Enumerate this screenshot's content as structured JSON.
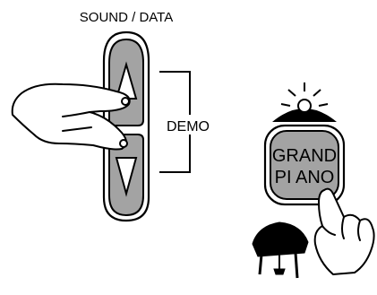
{
  "labels": {
    "sound_data": "SOUND / DATA",
    "demo": "DEMO",
    "grand": "GRAND",
    "piano": "PI ANO"
  },
  "colors": {
    "button_fill": "#a3a3a3",
    "outline": "#000000",
    "background": "#ffffff",
    "lamp": "#000000"
  },
  "icons": {
    "up": "triangle-up",
    "down": "triangle-down",
    "lamp": "indicator-lamp",
    "hand": "pointing-hand",
    "piano": "grand-piano-silhouette"
  }
}
